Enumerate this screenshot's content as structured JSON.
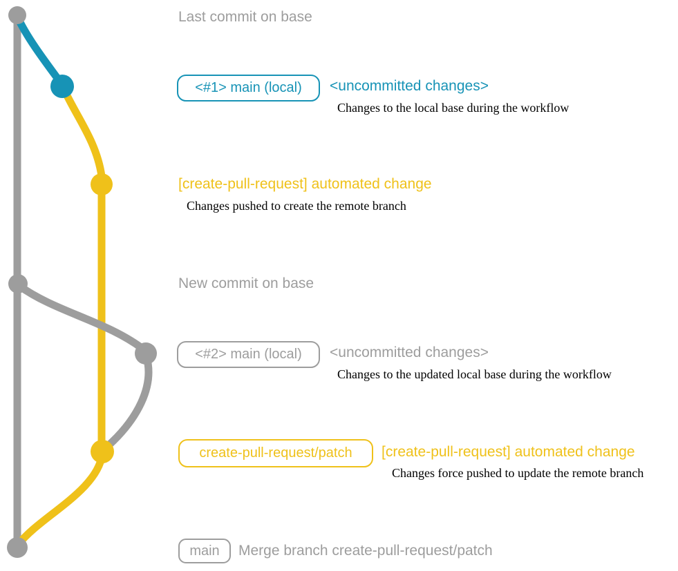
{
  "colors": {
    "gray": "#9d9d9d",
    "blue": "#1793b6",
    "yellow": "#efc11a",
    "description_text": "#000000",
    "background": "#ffffff"
  },
  "graph": {
    "branches": {
      "base": "base branch (gray)",
      "main_local": "local main with uncommitted changes (blue)",
      "patch": "create-pull-request/patch branch (yellow)"
    },
    "nodes": {
      "last_base_commit": "Last commit on base",
      "main_local_1": "<#1> main (local) with uncommitted changes",
      "patch_commit_1": "[create-pull-request] automated change",
      "new_base_commit": "New commit on base",
      "main_local_2": "<#2> main (local) with uncommitted changes",
      "patch_commit_2": "[create-pull-request] automated change (force pushed)",
      "merge_commit": "Merge branch create-pull-request/patch"
    }
  },
  "annotations": {
    "last_commit": {
      "label": "Last commit on base"
    },
    "uncommitted_1": {
      "badge": "<#1> main (local)",
      "title": "<uncommitted changes>",
      "description": "Changes to the local base during the workflow"
    },
    "automated_change_1": {
      "title": "[create-pull-request] automated change",
      "description": "Changes pushed to create the remote branch"
    },
    "new_commit": {
      "label": "New commit on base"
    },
    "uncommitted_2": {
      "badge": "<#2> main (local)",
      "title": "<uncommitted changes>",
      "description": "Changes to the updated local base during the workflow"
    },
    "automated_change_2": {
      "badge": "create-pull-request/patch",
      "title": "[create-pull-request] automated change",
      "description": "Changes force pushed to update the remote branch"
    },
    "merge": {
      "badge": "main",
      "title": "Merge branch create-pull-request/patch"
    }
  }
}
